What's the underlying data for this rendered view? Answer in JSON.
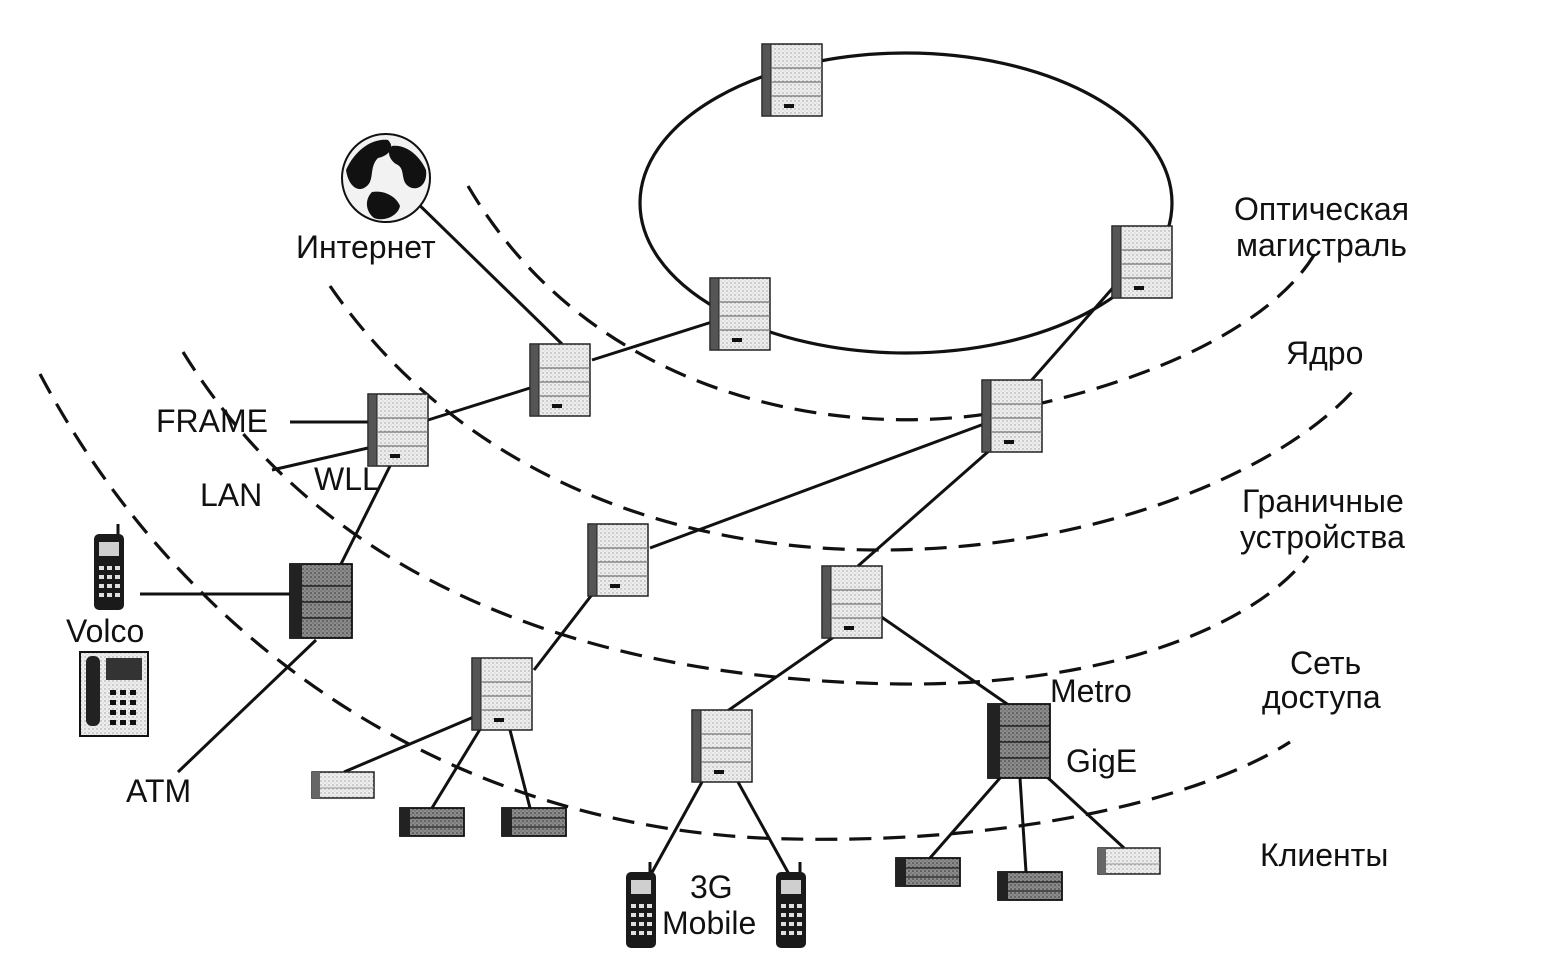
{
  "labels": {
    "internet": "Интернет",
    "optical_backbone_1": "Оптическая",
    "optical_backbone_2": "магистраль",
    "core": "Ядро",
    "edge_1": "Граничные",
    "edge_2": "устройства",
    "access_1": "Сеть",
    "access_2": "доступа",
    "clients": "Клиенты",
    "frame": "FRAME",
    "lan": "LAN",
    "wll": "WLL",
    "voice": "Volco",
    "atm": "ATM",
    "metro": "Metro",
    "gige": "GigE",
    "mobile_1": "3G",
    "mobile_2": "Mobile"
  },
  "colors": {
    "ink": "#111111",
    "device_light": "#e6e6e6",
    "device_dark": "#7a7a7a"
  },
  "icons": [
    "globe-icon",
    "server-icon",
    "router-icon",
    "mobile-phone-icon",
    "desk-phone-icon"
  ]
}
